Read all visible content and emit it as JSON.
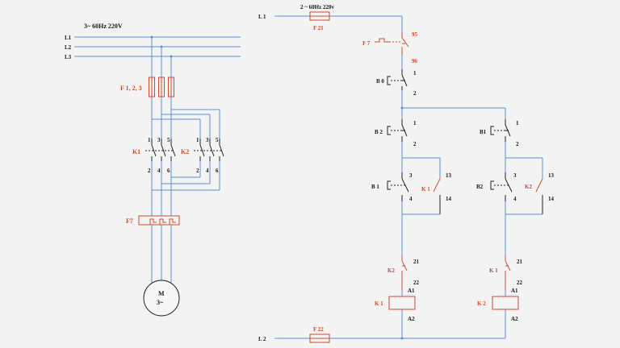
{
  "power": {
    "supply_label": "3~ 60Hz 220V",
    "lines": [
      "L1",
      "L2",
      "L3"
    ],
    "fuses_label": "F 1, 2, 3",
    "k1_label": "K1",
    "k2_label": "K2",
    "contact_top": [
      "1",
      "3",
      "5"
    ],
    "contact_bottom": [
      "2",
      "4",
      "6"
    ],
    "overload_label": "F7",
    "motor_label": "M",
    "motor_sub": "3~"
  },
  "control": {
    "supply_label": "2 ~ 60Hz 220v",
    "l1_label": "L 1",
    "l2_label": "L 2",
    "fuse_top_label": "F 21",
    "fuse_bottom_label": "F 22",
    "f7_label": "F 7",
    "f7_top": "95",
    "f7_bottom": "96",
    "b0_label": "B 0",
    "b2_left_label": "B 2",
    "b1_right_label": "B1",
    "b1_left_label": "B 1",
    "b2_right_label": "B2",
    "k1_hold_label": "K 1",
    "k2_hold_label": "K2",
    "k2_interlock_label": "K2",
    "k1_interlock_label": "K 1",
    "coil_left_label": "K 1",
    "coil_right_label": "K 2",
    "n1": "1",
    "n2": "2",
    "n3": "3",
    "n4": "4",
    "n13": "13",
    "n14": "14",
    "n21": "21",
    "n22": "22",
    "a1": "A1",
    "a2": "A2"
  }
}
